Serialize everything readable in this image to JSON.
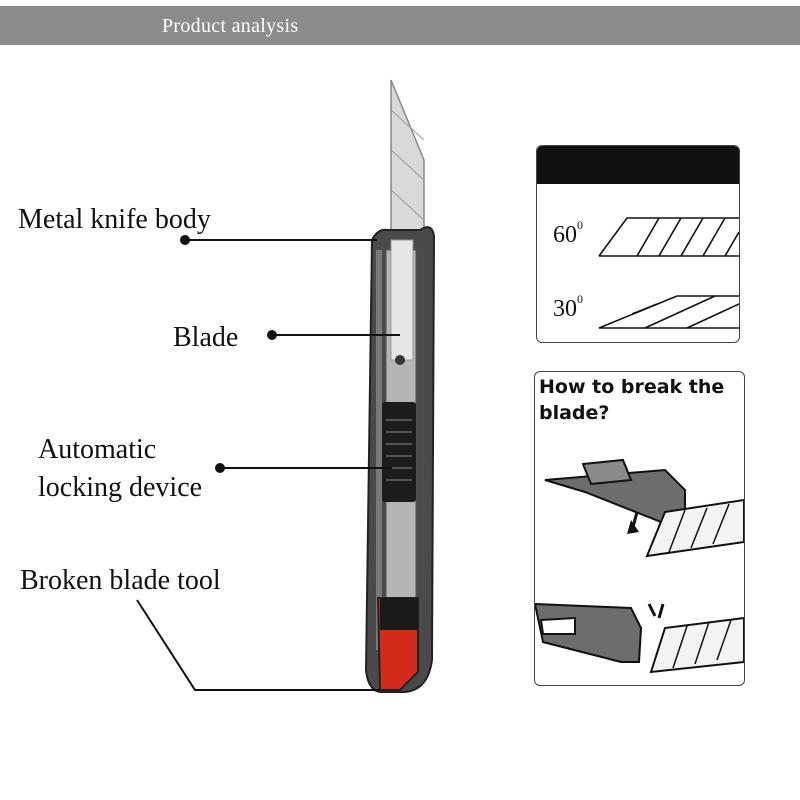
{
  "header": {
    "title": "Product analysis"
  },
  "labels": {
    "metal_body": "Metal knife body",
    "blade": "Blade",
    "locking_line1": "Automatic",
    "locking_line2": "locking device",
    "broken_tool": "Broken blade tool"
  },
  "angles": {
    "a60": "60",
    "a30": "30",
    "degree": "0"
  },
  "howto": {
    "title": "How to break the blade?"
  },
  "colors": {
    "header_bg": "#8c8c8c",
    "tool_red": "#d42a1a"
  }
}
